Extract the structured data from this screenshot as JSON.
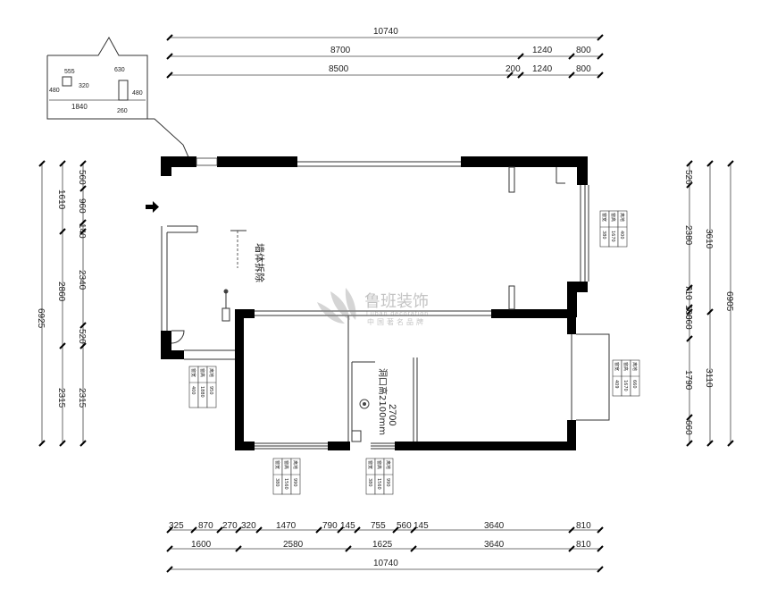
{
  "top_dimensions": {
    "row1": [
      "10740"
    ],
    "row2": [
      "8700",
      "1240",
      "800"
    ],
    "row3": [
      "8500",
      "200",
      "1240",
      "800"
    ]
  },
  "bottom_dimensions": {
    "row1": [
      "325",
      "870",
      "270",
      "320",
      "1470",
      "790",
      "145",
      "755",
      "560",
      "145",
      "3640",
      "810"
    ],
    "row2": [
      "1600",
      "2580",
      "1625",
      "3640",
      "810"
    ],
    "row3": [
      "10740"
    ]
  },
  "left_dimensions": {
    "col_outer": [
      "6925"
    ],
    "col_mid": [
      "1610",
      "2860",
      "2315"
    ],
    "col_inner": [
      "560",
      "960",
      "140",
      "2340",
      "520",
      "2315"
    ]
  },
  "right_dimensions": {
    "col_inner": [
      "520",
      "2380",
      "710",
      "100",
      "660",
      "1790",
      "660"
    ],
    "col_mid": [
      "3610",
      "3110"
    ],
    "col_outer": [
      "6905"
    ]
  },
  "inset_plan": {
    "dims": [
      "555",
      "320",
      "630",
      "480",
      "480",
      "1840",
      "260"
    ]
  },
  "annotations": {
    "demolish_wall": "墙体拆除",
    "door_opening": "洞口高2100mm",
    "door_height": "2700",
    "brand_name": "鲁班装饰",
    "brand_en": "Luban decoration",
    "brand_tagline": "中国著名品牌"
  },
  "window_tables": [
    {
      "rows": [
        [
          "窗宽",
          "400"
        ],
        [
          "窗高",
          "1880"
        ],
        [
          "离地",
          "950"
        ]
      ]
    },
    {
      "rows": [
        [
          "窗宽",
          "380"
        ],
        [
          "窗高",
          "1670"
        ],
        [
          "离地",
          "400"
        ]
      ]
    },
    {
      "rows": [
        [
          "窗宽",
          "409"
        ],
        [
          "窗高",
          "1670"
        ],
        [
          "离地",
          "660"
        ]
      ]
    },
    {
      "rows": [
        [
          "窗宽",
          "380"
        ],
        [
          "窗高",
          "1560"
        ],
        [
          "离地",
          "990"
        ]
      ]
    },
    {
      "rows": [
        [
          "窗宽",
          "380"
        ],
        [
          "窗高",
          "1560"
        ],
        [
          "离地",
          "990"
        ]
      ]
    }
  ]
}
